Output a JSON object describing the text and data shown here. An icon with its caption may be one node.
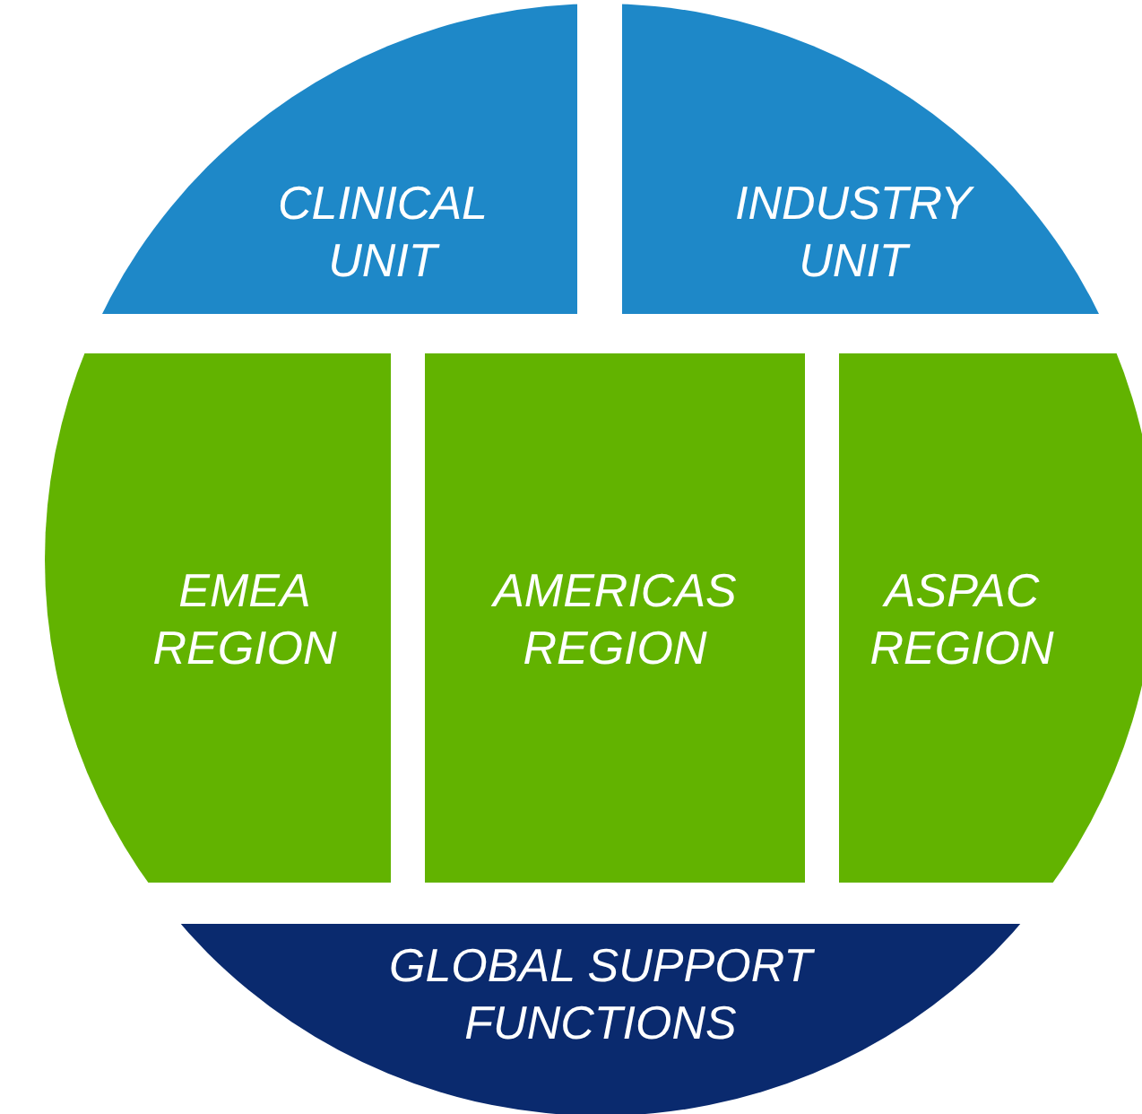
{
  "diagram": {
    "nodes": [
      {
        "text": [
          "CLINICAL UNIT"
        ]
      },
      {
        "text": [
          "INDUSTRY UNIT"
        ]
      },
      {
        "text": [
          "EMEA REGION"
        ]
      },
      {
        "text": [
          "AMERICAS REGION"
        ]
      },
      {
        "text": [
          "ASPAC REGION"
        ]
      },
      {
        "text": [
          "GLOBAL SUPPORT FUNCTIONS"
        ]
      }
    ]
  }
}
